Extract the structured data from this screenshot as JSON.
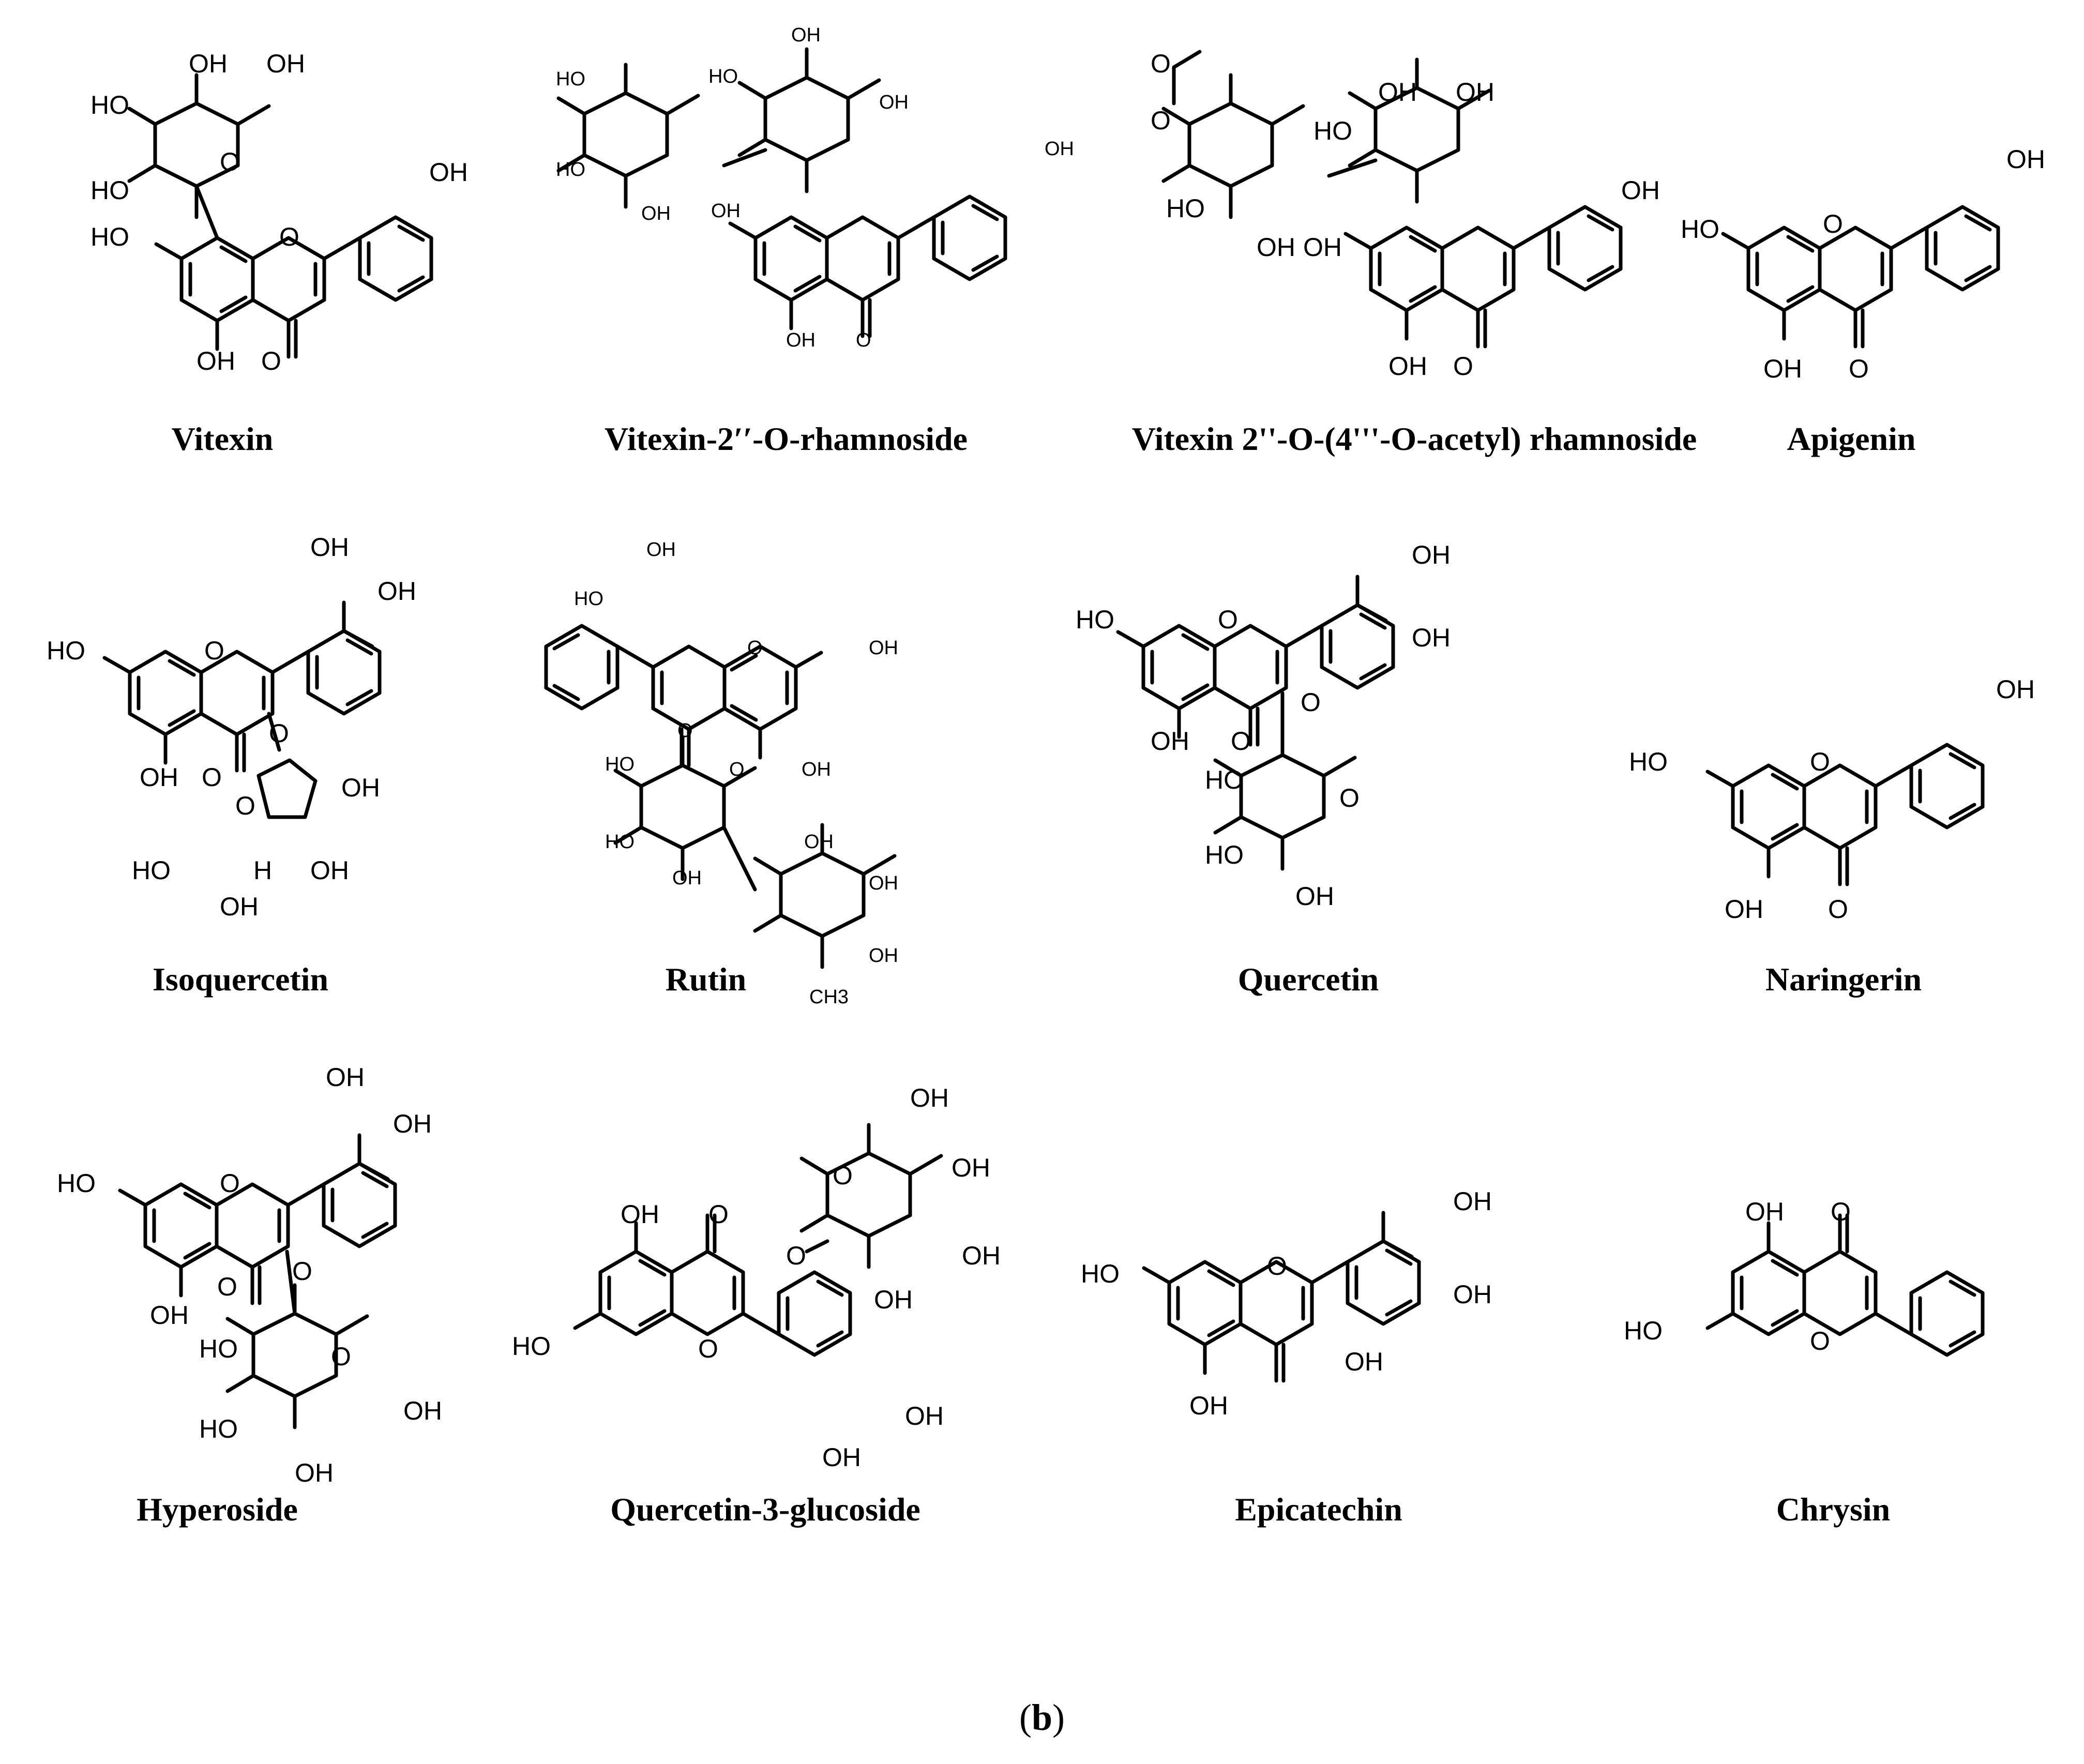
{
  "figure": {
    "panel_label": {
      "open": "(",
      "letter": "b",
      "close": ")"
    },
    "atom_labels": {
      "hydroxyl": "OH",
      "hydroxyl_left": "HO",
      "oxygen": "O",
      "hydrogen": "H",
      "methyl": "CH3"
    },
    "compounds": [
      {
        "id": "vitexin",
        "name": "Vitexin"
      },
      {
        "id": "vitexin-2-o-rhamnoside",
        "name": "Vitexin-2′′-O-rhamnoside"
      },
      {
        "id": "vitexin-acetyl-rhamnoside",
        "name": "Vitexin 2''-O-(4'''-O-acetyl) rhamnoside"
      },
      {
        "id": "apigenin",
        "name": "Apigenin"
      },
      {
        "id": "isoquercetin",
        "name": "Isoquercetin"
      },
      {
        "id": "rutin",
        "name": "Rutin"
      },
      {
        "id": "quercetin",
        "name": "Quercetin"
      },
      {
        "id": "naringerin",
        "name": "Naringerin"
      },
      {
        "id": "hyperoside",
        "name": "Hyperoside"
      },
      {
        "id": "quercetin-3-glucoside",
        "name": "Quercetin-3-glucoside"
      },
      {
        "id": "epicatechin",
        "name": "Epicatechin"
      },
      {
        "id": "chrysin",
        "name": "Chrysin"
      }
    ]
  }
}
